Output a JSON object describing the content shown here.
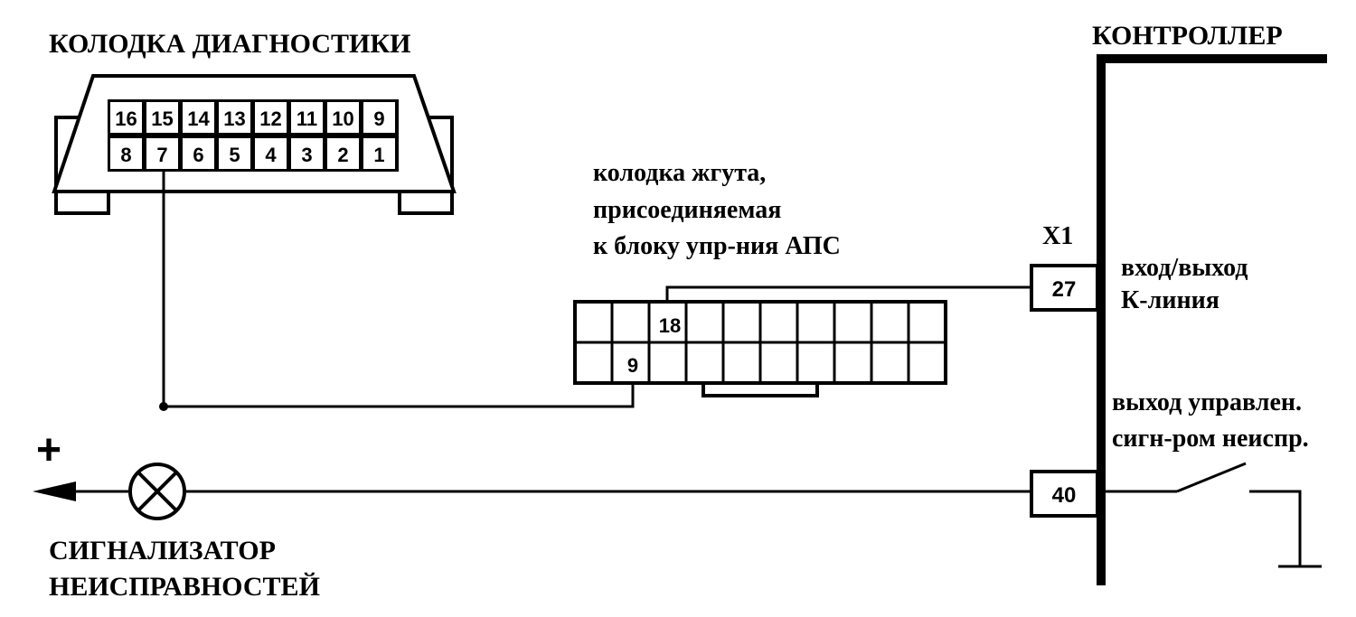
{
  "labels": {
    "diag_title": "КОЛОДКА ДИАГНОСТИКИ",
    "controller_title": "КОНТРОЛЛЕР",
    "harness_line1": "колодка жгута,",
    "harness_line2": "присоединяемая",
    "harness_line3": "к блоку упр-ния АПС",
    "x1": "X1",
    "kline_line1": "вход/выход",
    "kline_line2": "К-линия",
    "out_line1": "выход управлен.",
    "out_line2": "сигн-ром неиспр.",
    "lamp_line1": "СИГНАЛИЗАТОР",
    "lamp_line2": "НЕИСПРАВНОСТЕЙ",
    "plus": "+"
  },
  "diag_connector": {
    "top_pins": [
      "16",
      "15",
      "14",
      "13",
      "12",
      "11",
      "10",
      "9"
    ],
    "bottom_pins": [
      "8",
      "7",
      "6",
      "5",
      "4",
      "3",
      "2",
      "1"
    ]
  },
  "harness_connector": {
    "pin_top": "18",
    "pin_bottom": "9"
  },
  "controller_pins": {
    "kline": "27",
    "lamp": "40"
  }
}
